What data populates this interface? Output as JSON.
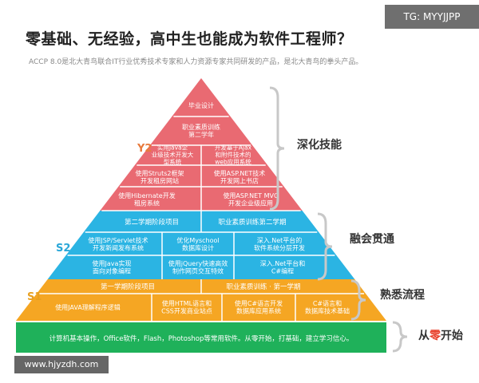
{
  "tag": "TG: MYYJJPP",
  "title": "零基础、无经验，高中生也能成为软件工程师？",
  "subtitle": "ACCP 8.0是北大青鸟联合IT行业优秀技术专家和人力资源专家共同研发的产品，是北大青鸟的拳头产品。",
  "watermark": "www.hjyzdh.com",
  "colors": {
    "y2": "#e96a72",
    "s2": "#2bb4e3",
    "s1": "#f5a623",
    "base": "#1fb15a",
    "label_y2": "#e87a3c",
    "label_s2": "#2aa7d8",
    "label_s1": "#e8a020",
    "accent_red": "#e8432e",
    "side_text": "#333333"
  },
  "levels": {
    "y2": "Y2",
    "s2": "S2",
    "s1": "S1"
  },
  "y2": {
    "top": "毕业设计",
    "second_1": "职业素质训练",
    "second_2": "第二学年",
    "cells": [
      [
        "实用Java企",
        "业级技术开发大",
        "型系统"
      ],
      [
        "开发基于Ajax",
        "和附件技术的",
        "web应用系统"
      ],
      [
        "使用Struts2框架",
        "开发租房网站"
      ],
      [
        "使用ASP.NET技术",
        "开发网上书店"
      ],
      [
        "使用Hibernate开发",
        "租房系统"
      ],
      [
        "使用ASP.NET MVC",
        "开发企业级应用"
      ]
    ]
  },
  "s2": {
    "header_left": "第二学期阶段项目",
    "header_right": "职业素质训练第二学期",
    "cells": [
      [
        "使用JSP/Servlet技术",
        "开发新闻发布系统"
      ],
      [
        "优化Myschool",
        "数据库设计"
      ],
      [
        "深入.Net平台的",
        "软件系统分层开发"
      ],
      [
        "使用Java实现",
        "面向对象编程"
      ],
      [
        "使用jQuery快速高效",
        "制作网页交互特效"
      ],
      [
        "深入.Net平台和",
        "C#编程"
      ]
    ]
  },
  "s1": {
    "header_left": "第一学期阶段项目",
    "header_right": "职业素质训练 · 第一学期",
    "cells": [
      [
        "使用JAVA理解程序逻辑"
      ],
      [
        "使用HTML语言和",
        "CSS开发商业站点"
      ],
      [
        "使用C#语言开发",
        "数据库应用系统"
      ],
      [
        "C#语言和",
        "数据库技术基础"
      ]
    ]
  },
  "base": "计算机基本操作，Office软件，Flash，Photoshop等常用软件。从零开始，打基础，建立学习信心。",
  "side": {
    "advanced": "深化技能",
    "integrate": "融会贯通",
    "familiar": "熟悉流程",
    "start_pre": "从",
    "start_mid": "零",
    "start_post": "开始"
  }
}
